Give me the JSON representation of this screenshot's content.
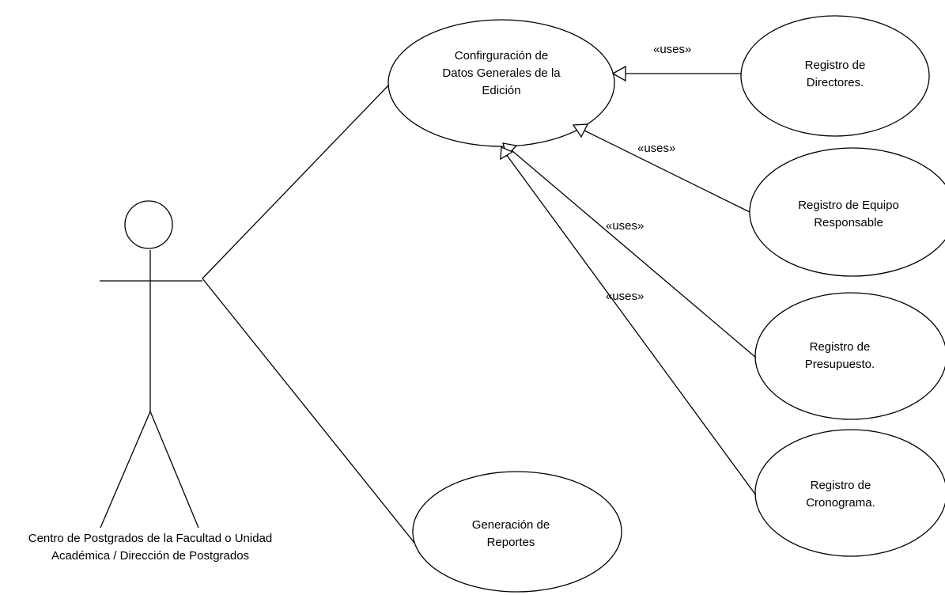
{
  "actor": {
    "label_lines": [
      "Centro de Postgrados de la Facultad  o Unidad",
      "Académica / Dirección de Postgrados"
    ]
  },
  "use_cases": [
    {
      "id": "configuracion",
      "lines": [
        "Confirguración de",
        "Datos Generales de la",
        "Edición"
      ]
    },
    {
      "id": "reportes",
      "lines": [
        "Generación de",
        "Reportes"
      ]
    },
    {
      "id": "directores",
      "lines": [
        "Registro de",
        "Directores."
      ]
    },
    {
      "id": "equipo",
      "lines": [
        "Registro de Equipo",
        "Responsable"
      ]
    },
    {
      "id": "presupuesto",
      "lines": [
        "Registro de",
        "Presupuesto."
      ]
    },
    {
      "id": "cronograma",
      "lines": [
        "Registro de",
        "Cronograma."
      ]
    }
  ],
  "relations": [
    {
      "from": "directores",
      "to": "configuracion",
      "stereotype": "«uses»"
    },
    {
      "from": "equipo",
      "to": "configuracion",
      "stereotype": "«uses»"
    },
    {
      "from": "presupuesto",
      "to": "configuracion",
      "stereotype": "«uses»"
    },
    {
      "from": "cronograma",
      "to": "configuracion",
      "stereotype": "«uses»"
    }
  ],
  "associations": [
    {
      "from": "actor",
      "to": "configuracion"
    },
    {
      "from": "actor",
      "to": "reportes"
    }
  ],
  "colors": {
    "stroke": "#000000",
    "background": "#ffffff"
  }
}
